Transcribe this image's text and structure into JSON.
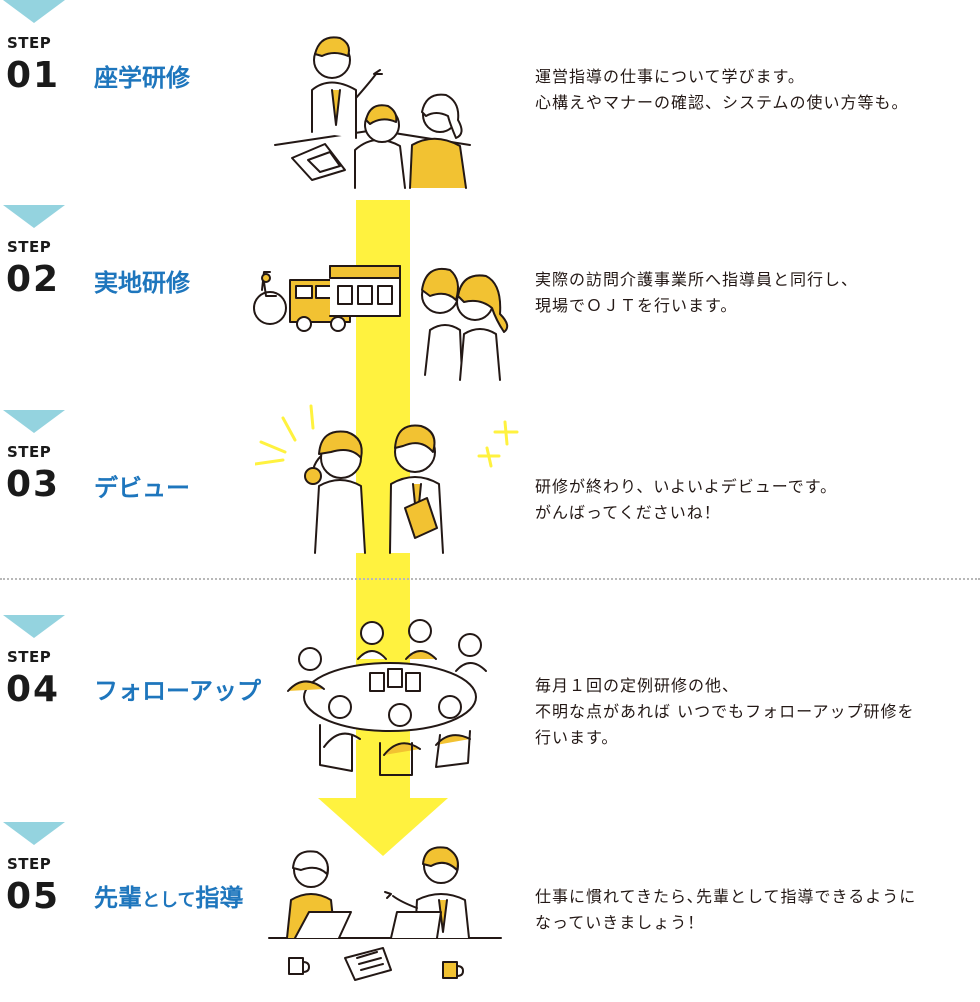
{
  "colors": {
    "step_marker": "#94d3df",
    "title_blue": "#1e76bd",
    "arrow_yellow": "#fff23f",
    "accent_yellow": "#f2c232",
    "text": "#231815"
  },
  "steps": [
    {
      "label": "STEP",
      "number": "01",
      "title": "座学研修",
      "description": [
        "運営指導の仕事について学びます。",
        "心構えやマナーの確認、システムの使い方等も。"
      ]
    },
    {
      "label": "STEP",
      "number": "02",
      "title": "実地研修",
      "description": [
        "実際の訪問介護事業所へ指導員と同行し、",
        "現場でＯＪＴを行います。"
      ]
    },
    {
      "label": "STEP",
      "number": "03",
      "title": "デビュー",
      "description": [
        "研修が終わり、いよいよデビューです。",
        "がんばってくださいね！"
      ]
    },
    {
      "label": "STEP",
      "number": "04",
      "title": "フォローアップ",
      "description": [
        "毎月１回の定例研修の他、",
        "不明な点があれば いつでもフォローアップ研修を",
        "行います。"
      ]
    },
    {
      "label": "STEP",
      "number": "05",
      "title_parts": [
        "先輩",
        "として",
        "指導"
      ],
      "description": [
        "仕事に慣れてきたら､先輩として指導できるように",
        "なっていきましょう！"
      ]
    }
  ],
  "illustrations": [
    {
      "step": "01",
      "icon": "lecture-illustration"
    },
    {
      "step": "02",
      "icon": "field-training-illustration"
    },
    {
      "step": "03",
      "icon": "debut-illustration"
    },
    {
      "step": "04",
      "icon": "follow-up-meeting-illustration"
    },
    {
      "step": "05",
      "icon": "mentoring-illustration"
    }
  ]
}
